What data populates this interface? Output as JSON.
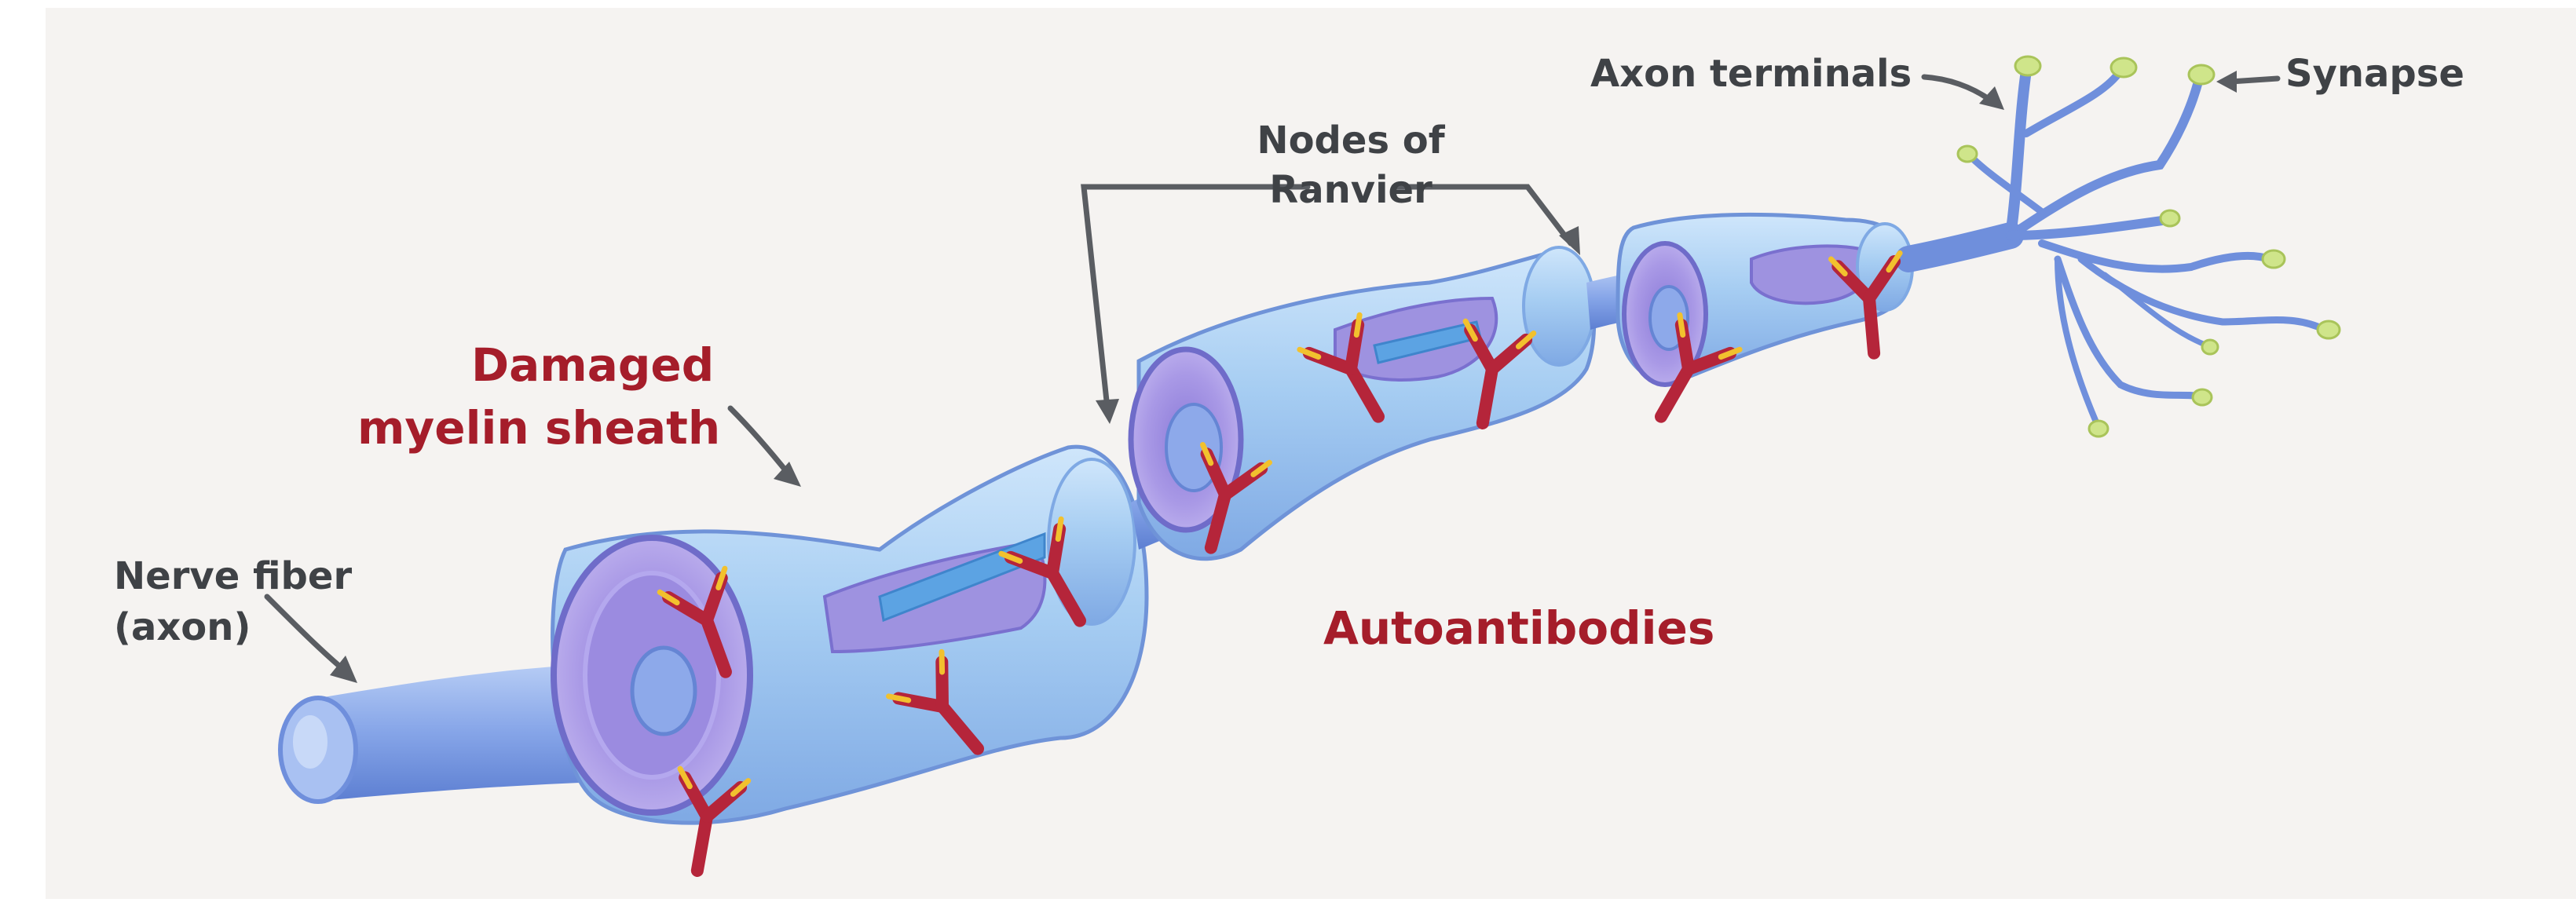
{
  "labels": {
    "nerve_fiber_line1": "Nerve fiber",
    "nerve_fiber_line2": "(axon)",
    "damaged_line1": "Damaged",
    "damaged_line2": "myelin sheath",
    "nodes_line1": "Nodes of",
    "nodes_line2": "Ranvier",
    "autoantibodies": "Autoantibodies",
    "axon_terminals": "Axon terminals",
    "synapse": "Synapse"
  },
  "colors": {
    "background": "#f5f3f1",
    "axon": "#7e9fe4",
    "myelin": "#9cc7ef",
    "damaged_myelin": "#a79ae0",
    "antibody": "#b5253a",
    "antibody_tip": "#f2c12e",
    "synapse_tip": "#cfe58a",
    "label_dark": "#3f4246",
    "label_red": "#a51d2a"
  }
}
